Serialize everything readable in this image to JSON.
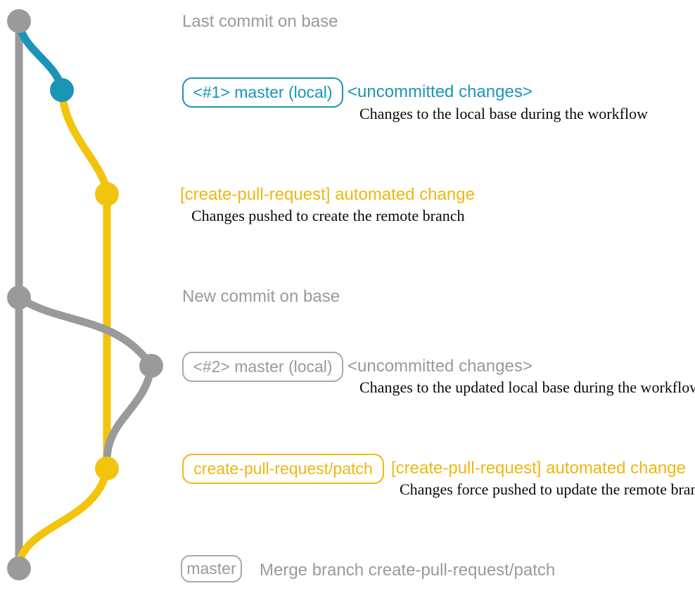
{
  "colors": {
    "gray": "#9a9a9a",
    "gray_border": "#a9a9a9",
    "teal": "#1a95b8",
    "yellow": "#f2c40d",
    "yellow_text": "#f0b712",
    "note_text": "#0a0a0a"
  },
  "rows": {
    "r1": {
      "label": "Last commit on base"
    },
    "r2": {
      "badge": "<#1> master (local)",
      "status": "<uncommitted changes>",
      "note": "Changes to the local base during the workflow"
    },
    "r3": {
      "title": "[create-pull-request] automated change",
      "note": "Changes pushed to create the remote branch"
    },
    "r4": {
      "label": "New commit on base"
    },
    "r5": {
      "badge": "<#2> master (local)",
      "status": "<uncommitted changes>",
      "note": "Changes to the updated local base during the workflow"
    },
    "r6": {
      "badge": "create-pull-request/patch",
      "title": "[create-pull-request] automated change",
      "note": "Changes force pushed to update the remote branch"
    },
    "r7": {
      "badge": "master",
      "label": "Merge branch create-pull-request/patch"
    }
  }
}
